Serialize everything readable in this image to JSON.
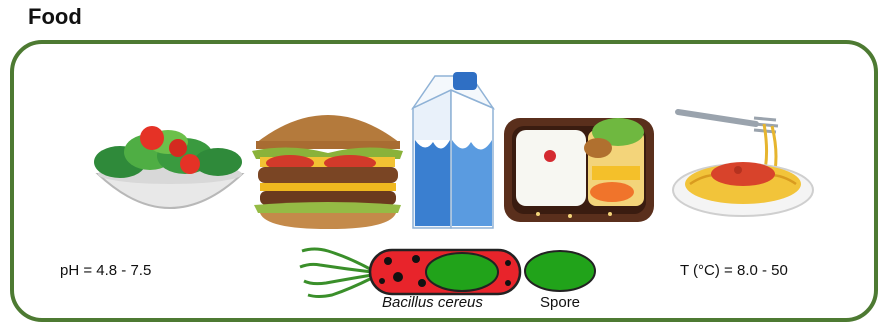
{
  "title": "Food",
  "ph_label": "pH = 4.8 - 7.5",
  "temp_label": "T (°C) = 8.0 - 50",
  "bacterium_label": "Bacillus cereus",
  "spore_label": "Spore",
  "foods": [
    "salad-icon",
    "burger-icon",
    "milk-carton-icon",
    "bento-box-icon",
    "spaghetti-icon"
  ],
  "colors": {
    "frame": "#4d7a32",
    "bacterium_body": "#e8242b",
    "spore": "#21a31a",
    "flagella": "#3a8f2a"
  }
}
